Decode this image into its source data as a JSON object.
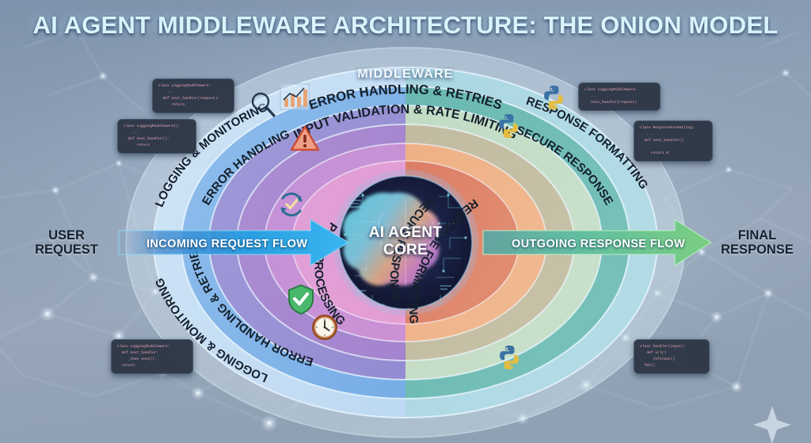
{
  "title": "AI AGENT MIDDLEWARE ARCHITECTURE: THE ONION MODEL",
  "core": {
    "label": "AI AGENT\nCORE",
    "line1": "AI AGENT",
    "line2": "CORE"
  },
  "middleware_label": "MIDDLEWARE",
  "flow": {
    "user_request": "USER\nREQUEST",
    "user_request_line1": "USER",
    "user_request_line2": "REQUEST",
    "incoming_label": "INCOMING REQUEST FLOW",
    "outgoing_label": "OUTGOING RESPONSE FLOW",
    "final_response": "FINAL\nRESPONSE",
    "final_response_line1": "FINAL",
    "final_response_line2": "RESPONSE"
  },
  "rings": {
    "top": [
      {
        "label": "ERROR HANDLING & RETRIES",
        "color": "#b9b4e0"
      },
      {
        "label": "INPUT VALIDATION & RATE LIMITING",
        "color": "#f0c6a8"
      }
    ],
    "left_upper": [
      {
        "label": "LOGGING & MONITORING",
        "color": "#7fb3e8"
      },
      {
        "label": "ERROR HANDLING",
        "color": "#9d8fd6"
      }
    ],
    "left_lower": [
      {
        "label": "LOGGING & MONITORING",
        "color": "#6fa8e3"
      },
      {
        "label": "ERROR HANDLING & RETRIES",
        "color": "#a58ad2"
      }
    ],
    "right_upper": [
      {
        "label": "SECURE RESPONSE",
        "color": "#c7d9c9"
      },
      {
        "label": "RESPONSE FORMATTING",
        "color": "#a8d8da"
      }
    ],
    "right_lower": [
      {
        "label": "POST-PROCESSING",
        "color": "#e9a289"
      },
      {
        "label": "SECURE RESPONSE",
        "color": "#8fc9c4"
      },
      {
        "label": "RESPONSE FORMATTING",
        "color": "#a6d4dd"
      }
    ]
  },
  "code_snippets": [
    {
      "id": "code-top-left",
      "lines": [
        "class LoggingMiddleware:",
        "    ...",
        "  def next_handler(request):",
        "      return"
      ]
    },
    {
      "id": "code-mid-left",
      "lines": [
        "class LoggingMiddleware():",
        "    ...",
        "  def next_handler():",
        "      return"
      ]
    },
    {
      "id": "code-bottom-left",
      "lines": [
        "class LoggingMiddleware:",
        "  def next_handler:",
        "     _then next():",
        "  return"
      ]
    },
    {
      "id": "code-top-right",
      "lines": [
        "class LoggingMiddleware:",
        "   ...",
        "   next_handler(request)"
      ]
    },
    {
      "id": "code-mid-right",
      "lines": [
        "class ResponseFormatting:",
        "   ...",
        "  def next_handler()",
        "",
        "     return 0"
      ]
    },
    {
      "id": "code-bottom-right",
      "lines": [
        "class handler(input):",
        "   def url()",
        "      reformat()",
        "  fmt()"
      ]
    }
  ],
  "icons": [
    {
      "name": "magnifier-icon",
      "meaning": "search / observability"
    },
    {
      "name": "bar-chart-icon",
      "meaning": "metrics"
    },
    {
      "name": "warning-triangle-icon",
      "meaning": "error alert"
    },
    {
      "name": "refresh-check-icon",
      "meaning": "retry success"
    },
    {
      "name": "shield-check-icon",
      "meaning": "validation passed"
    },
    {
      "name": "clock-icon",
      "meaning": "rate limiting / timeout"
    },
    {
      "name": "python-logo-icon",
      "meaning": "python implementation"
    }
  ],
  "colors": {
    "background_top": "#8497ae",
    "background_bottom": "#9aa8b8",
    "title": "#d9f2fb",
    "incoming_arrow": "#2e9fe0",
    "outgoing_arrow": "#6cc98e",
    "core_dark": "#151a36"
  }
}
